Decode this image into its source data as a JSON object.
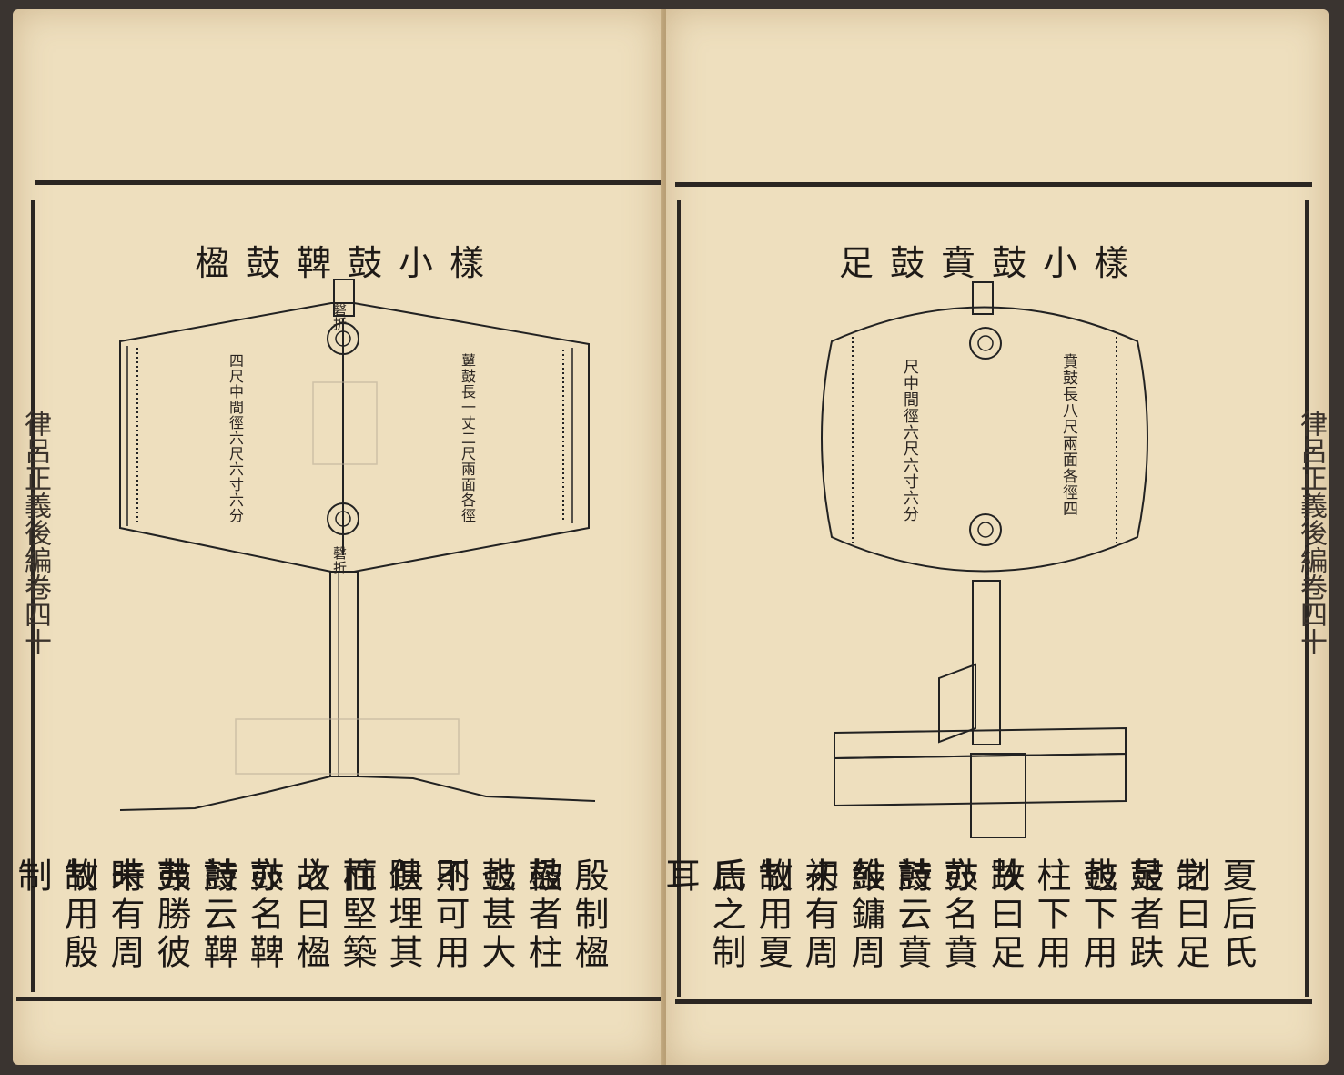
{
  "left_page": {
    "title": "楹鼓鞞鼓小樣",
    "drum_annotation_right": "鼙鼓長一丈二尺兩面各徑",
    "drum_annotation_left": "四尺中間徑六尺六寸六分",
    "mount_label_top": "磬折",
    "mount_label_bottom": "磬折",
    "edge_text": "律呂正義後編卷四十",
    "text_columns": [
      "殷制楹鼓",
      "楹者柱也",
      "鼓甚大則",
      "不可用趺",
      "但埋其柱",
      "而堅築之",
      "故曰楹鼓",
      "亦名鞞鼓",
      "詩云鞞鼓",
      "弗勝彼時",
      "未有周制",
      "故用殷制"
    ]
  },
  "right_page": {
    "title": "足鼓賁鼓小樣",
    "drum_annotation_right": "賁鼓長八尺兩面各徑四",
    "drum_annotation_left": "尺中間徑六尺六寸六分",
    "edge_text": "律呂正義後編卷四十",
    "text_columns": [
      "夏后氏之",
      "制曰足鼓",
      "足者趺也",
      "鼓下用柱",
      "柱下用趺",
      "故曰足鼓",
      "亦名賁鼓",
      "詩云賁鼓",
      "維鏞周初",
      "未有周制",
      "故用夏后",
      "氏之制耳"
    ]
  }
}
